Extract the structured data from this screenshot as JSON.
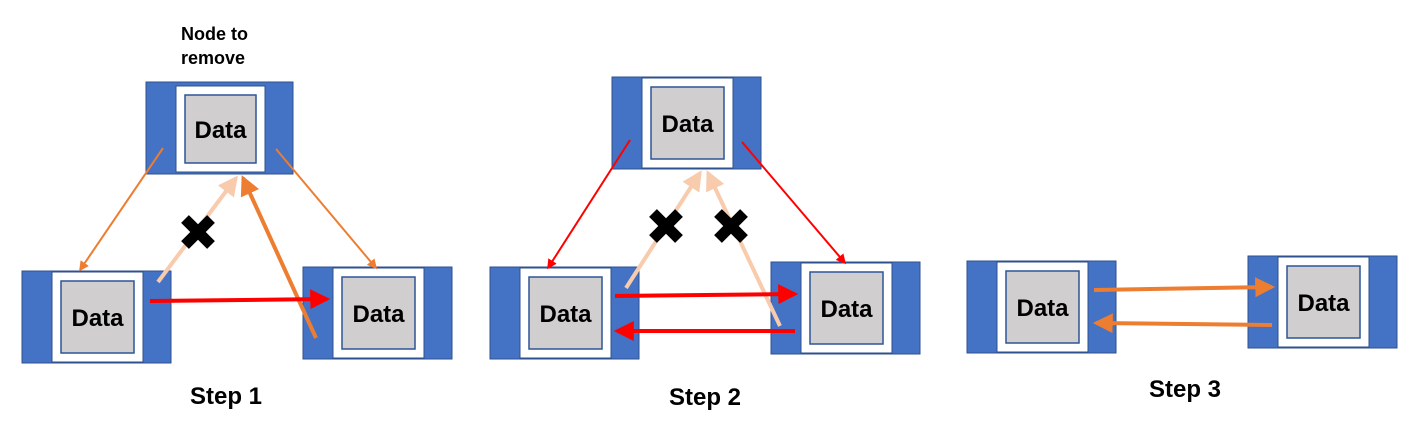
{
  "colors": {
    "node_blue": "#4472C4",
    "node_border": "#2F528F",
    "frame_white": "#FFFFFF",
    "data_gray": "#D0CECE",
    "data_border": "#2F5597",
    "arrow_orange": "#ED7D31",
    "arrow_peach": "#F8CBAD",
    "arrow_red": "#FF0000",
    "cross": "#000000"
  },
  "labels": {
    "node_data": "Data",
    "remove_callout_line1": "Node to",
    "remove_callout_line2": "remove",
    "step1": "Step 1",
    "step2": "Step 2",
    "step3": "Step 3"
  },
  "icons": {
    "broken_link": "cross-mark-icon"
  }
}
